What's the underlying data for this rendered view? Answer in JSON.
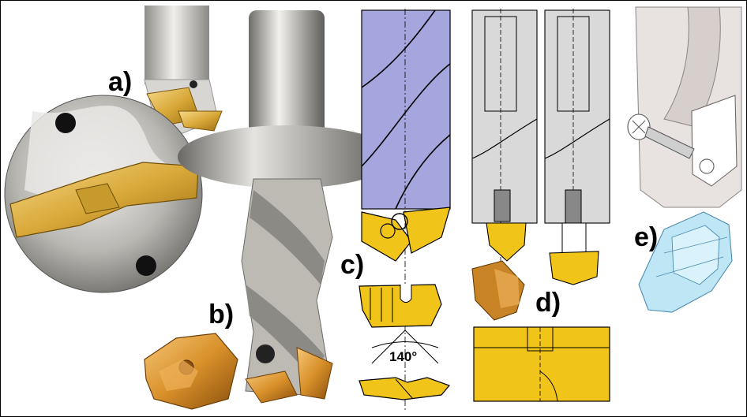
{
  "figure": {
    "labels": {
      "a": "a)",
      "b": "b)",
      "c": "c)",
      "d": "d)",
      "e": "e)"
    },
    "angle": "140°"
  },
  "colors": {
    "gold": "#e8b21a",
    "gold_dark": "#b57f0c",
    "steel": "#c9c6c0",
    "steel_dark": "#7d7a74",
    "blue_body": "#a4a6dd",
    "grey_body": "#d9d9d9",
    "light_blue": "#bfe6f5",
    "copper": "#d8902a"
  }
}
